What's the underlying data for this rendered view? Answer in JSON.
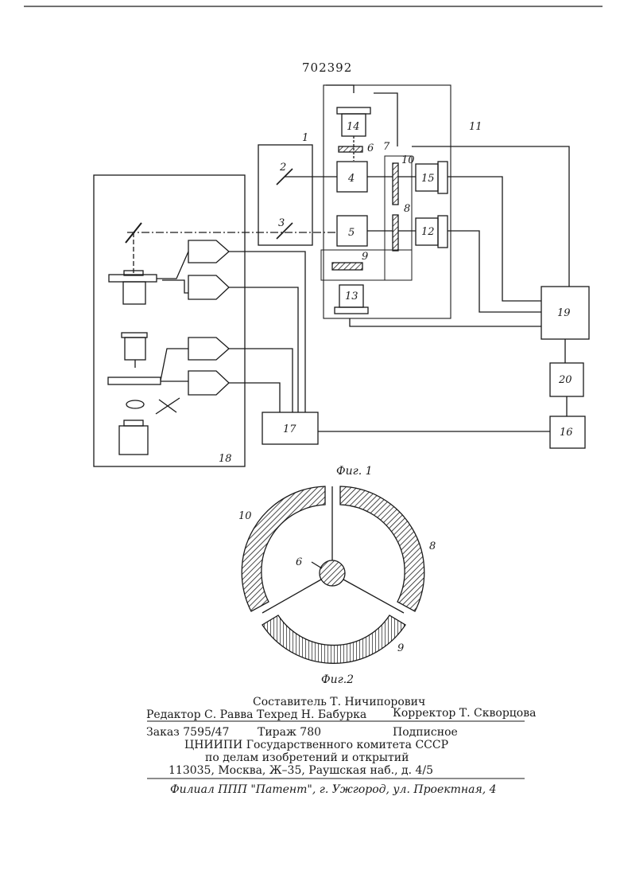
{
  "document": {
    "patent_number": "702392"
  },
  "figure1": {
    "caption": "Фиг. 1",
    "labels": [
      "1",
      "2",
      "3",
      "4",
      "5",
      "6",
      "7",
      "8",
      "9",
      "10",
      "11",
      "12",
      "13",
      "14",
      "15",
      "16",
      "17",
      "18",
      "19",
      "20"
    ]
  },
  "figure2": {
    "caption": "Фиг.2",
    "labels": {
      "ring_10": "10",
      "ring_8": "8",
      "ring_9": "9",
      "hub_6": "6"
    }
  },
  "colophon": {
    "compiler": "Составитель Т. Ничипорович",
    "editors": "Редактор С. Равва  Техред Н. Бабурка",
    "corrector": "Корректор Т. Скворцова",
    "order": "Заказ 7595/47",
    "circulation": "Тираж 780",
    "subscription": "Подписное",
    "institute": "ЦНИИПИ Государственного комитета СССР",
    "committee": "по делам изобретений и открытий",
    "address": "113035, Москва, Ж–35, Раушская наб., д. 4/5",
    "branch": "Филиал ППП \"Патент\", г. Ужгород, ул. Проектная, 4"
  }
}
